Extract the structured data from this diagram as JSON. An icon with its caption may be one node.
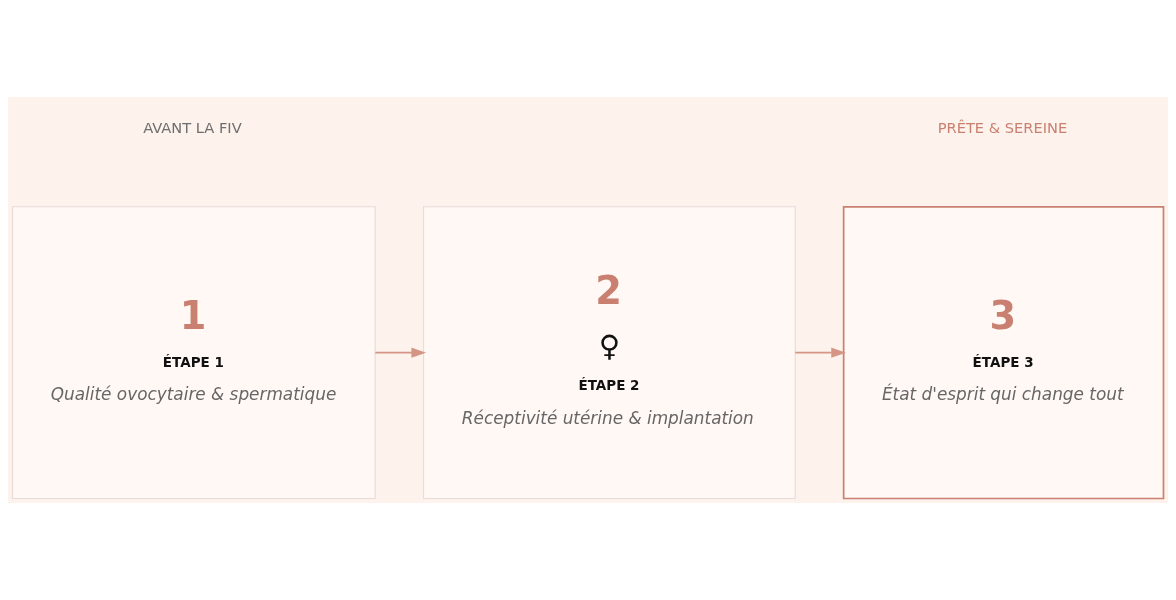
{
  "diagram": {
    "nodes": [
      {
        "text": [
          "1",
          "ÉTAPE 1",
          "Qualité ovocytaire & spermatique"
        ]
      },
      {
        "text": [
          "2",
          "♀",
          "ÉTAPE 2",
          "Réceptivité utérine & implantation"
        ]
      },
      {
        "text": [
          "3",
          "ÉTAPE 3",
          "État d'esprit qui change tout"
        ]
      }
    ],
    "edges": [
      {
        "from": 0,
        "to": 1,
        "arrow": "to"
      },
      {
        "from": 1,
        "to": 2,
        "arrow": "to"
      }
    ],
    "labels": [
      "AVANT LA FIV",
      "PRÊTE & SEREINE"
    ]
  }
}
